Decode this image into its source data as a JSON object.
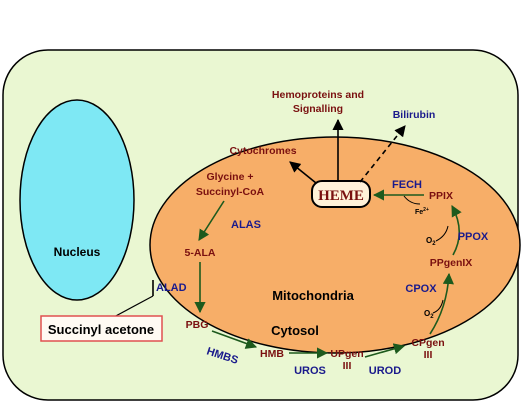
{
  "colors": {
    "cell_fill": "#eaf7d2",
    "nucleus_fill": "#7ee8f4",
    "mito_fill": "#f7ae68",
    "heme_fill": "#fff2d9",
    "maroon": "#7a1010",
    "navy": "#1a1a8c",
    "green_arrow": "#1d5a1d",
    "inhibitor_border": "#e05050"
  },
  "labels": {
    "nucleus": "Nucleus",
    "mitochondria": "Mitochondria",
    "cytosol": "Cytosol",
    "heme": "HEME",
    "hemoproteins_line1": "Hemoproteins and",
    "hemoproteins_line2": "Signalling",
    "bilirubin": "Bilirubin",
    "cytochromes": "Cytochromes",
    "glycine_line1": "Glycine +",
    "glycine_line2": "Succinyl-CoA",
    "ala": "5-ALA",
    "pbg": "PBG",
    "hmb": "HMB",
    "upgen_line1": "UPgen",
    "upgen_line2": "III",
    "cpgen_line1": "CPgen",
    "cpgen_line2": "III",
    "ppgenix": "PPgenIX",
    "ppix": "PPIX",
    "fe": "Fe",
    "fe_sup": "2+",
    "o2_top": "O",
    "o2_top_sub": "2",
    "o2_bottom": "O",
    "o2_bottom_sub": "2",
    "succinyl_acetone": "Succinyl acetone"
  },
  "enzymes": {
    "alas": "ALAS",
    "alad": "ALAD",
    "hmbs": "HMBS",
    "uros": "UROS",
    "urod": "UROD",
    "cpox": "CPOX",
    "ppox": "PPOX",
    "fech": "FECH"
  }
}
